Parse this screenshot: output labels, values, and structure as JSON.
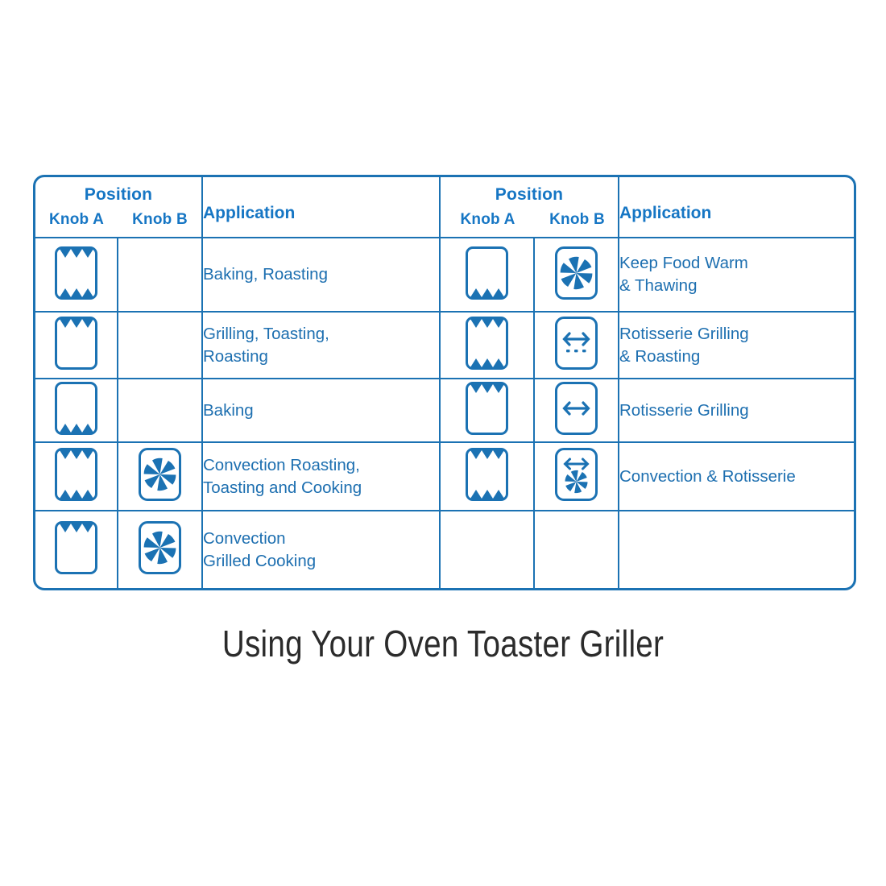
{
  "caption": "Using Your Oven Toaster Griller",
  "colors": {
    "header_text": "#1676c4",
    "body_text": "#1d6fb0",
    "rule": "#1b72b3",
    "caption_text": "#2b2b2b",
    "background": "#ffffff"
  },
  "table": {
    "headers": {
      "position": "Position",
      "knob_a": "Knob A",
      "knob_b": "Knob B",
      "application": "Application"
    },
    "left_rows": [
      {
        "knob_a": "oven-top-and-bottom-heat-icon",
        "knob_b": "",
        "application_line1": "Baking, Roasting",
        "application_line2": ""
      },
      {
        "knob_a": "oven-top-heat-icon",
        "knob_b": "",
        "application_line1": "Grilling, Toasting,",
        "application_line2": "Roasting"
      },
      {
        "knob_a": "oven-bottom-heat-icon",
        "knob_b": "",
        "application_line1": "Baking",
        "application_line2": ""
      },
      {
        "knob_a": "oven-top-and-bottom-heat-icon",
        "knob_b": "convection-fan-icon",
        "application_line1": "Convection Roasting,",
        "application_line2": "Toasting and Cooking"
      },
      {
        "knob_a": "oven-top-heat-icon",
        "knob_b": "convection-fan-icon",
        "application_line1": "Convection",
        "application_line2": "Grilled Cooking"
      }
    ],
    "right_rows": [
      {
        "knob_a": "oven-bottom-heat-icon",
        "knob_b": "convection-fan-icon",
        "application_line1": "Keep Food Warm",
        "application_line2": "& Thawing"
      },
      {
        "knob_a": "oven-top-and-bottom-heat-icon",
        "knob_b": "rotisserie-with-heat-icon",
        "application_line1": "Rotisserie Grilling",
        "application_line2": "& Roasting"
      },
      {
        "knob_a": "oven-top-heat-icon",
        "knob_b": "rotisserie-icon",
        "application_line1": "Rotisserie Grilling",
        "application_line2": ""
      },
      {
        "knob_a": "oven-top-and-bottom-heat-icon",
        "knob_b": "rotisserie-convection-icon",
        "application_line1": "Convection & Rotisserie",
        "application_line2": ""
      },
      {
        "knob_a": "",
        "knob_b": "",
        "application_line1": "",
        "application_line2": ""
      }
    ]
  }
}
